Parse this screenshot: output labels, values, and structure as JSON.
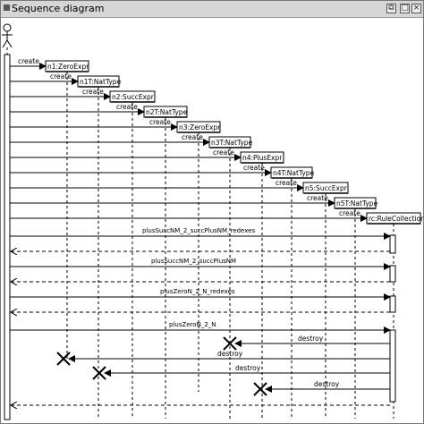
{
  "window": {
    "title": "Sequence diagram"
  },
  "objects": [
    {
      "label": "n1:ZeroExpr"
    },
    {
      "label": "n1T:NatType"
    },
    {
      "label": "n2:SuccExpr"
    },
    {
      "label": "n2T:NatType"
    },
    {
      "label": "n3:ZeroExpr"
    },
    {
      "label": "n3T:NatType"
    },
    {
      "label": "n4:PlusExpr"
    },
    {
      "label": "n4T:NatType"
    },
    {
      "label": "n5:SuccExpr"
    },
    {
      "label": "n5T:NatType"
    },
    {
      "label": "rc:RuleCollection"
    }
  ],
  "messages": {
    "create": "create",
    "calls": [
      "plusSuccNM_2_succPlusNM_redexes",
      "plusSuccNM_2_succPlusNM",
      "plusZeroN_2_N_redexes",
      "plusZeroN_2_N"
    ],
    "destroy": "destroy"
  }
}
